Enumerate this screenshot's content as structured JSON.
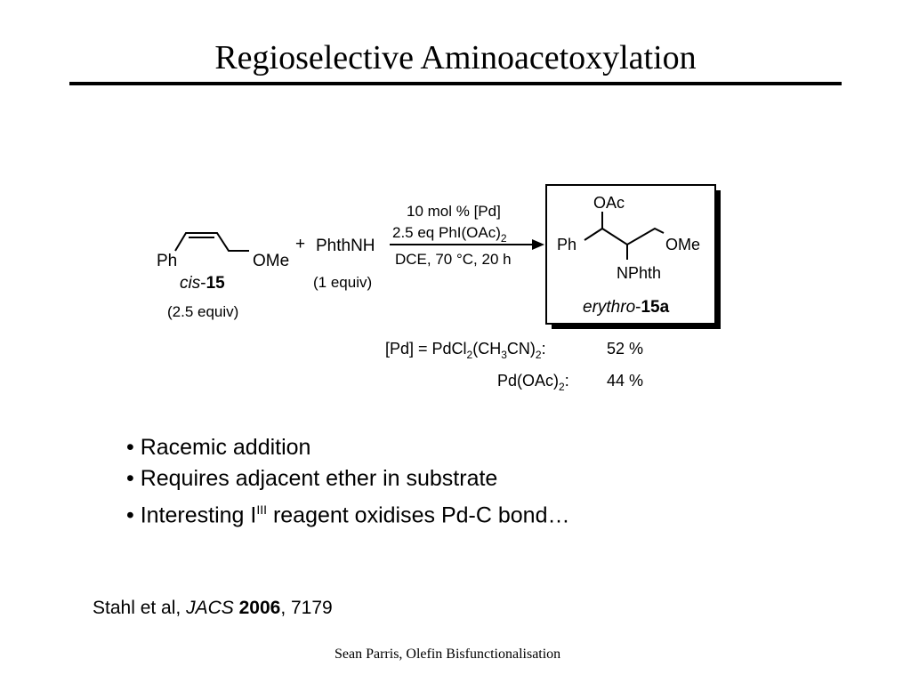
{
  "slide": {
    "title": "Regioselective Aminoacetoxylation",
    "footer": "Sean Parris, Olefin Bisfunctionalisation"
  },
  "scheme": {
    "substrate": {
      "left_group": "Ph",
      "right_group": "OMe",
      "label_italic": "cis",
      "label_dash": "-",
      "label_bold": "15",
      "amount": "(2.5 equiv)"
    },
    "plus": "+",
    "reagent": {
      "name": "PhthNH",
      "amount": "(1 equiv)"
    },
    "conditions": {
      "line1": "10 mol % [Pd]",
      "line2_main": "2.5 eq  PhI(OAc)",
      "line2_sub": "2",
      "line3": "DCE, 70 °C, 20 h"
    },
    "product": {
      "top_group": "OAc",
      "left_group": "Ph",
      "right_group": "OMe",
      "bottom_group": "NPhth",
      "label_italic": "erythro",
      "label_dash": "-",
      "label_bold": "15a"
    },
    "yields": [
      {
        "catalyst_parts": [
          "[Pd] = PdCl",
          "2",
          "(CH",
          "3",
          "CN)",
          "2",
          ":"
        ],
        "value": "52 %"
      },
      {
        "catalyst_parts": [
          "Pd(OAc)",
          "2",
          ":"
        ],
        "value": "44 %"
      }
    ]
  },
  "bullets": [
    {
      "prefix": "• Racemic addition"
    },
    {
      "prefix": "• Requires adjacent ether in substrate"
    },
    {
      "prefix": "• Interesting I",
      "superscript": "III",
      "suffix": " reagent oxidises Pd-C bond…"
    }
  ],
  "reference": {
    "authors": "Stahl et al, ",
    "journal": "JACS",
    "year": "2006",
    "pages": ", 7179"
  }
}
